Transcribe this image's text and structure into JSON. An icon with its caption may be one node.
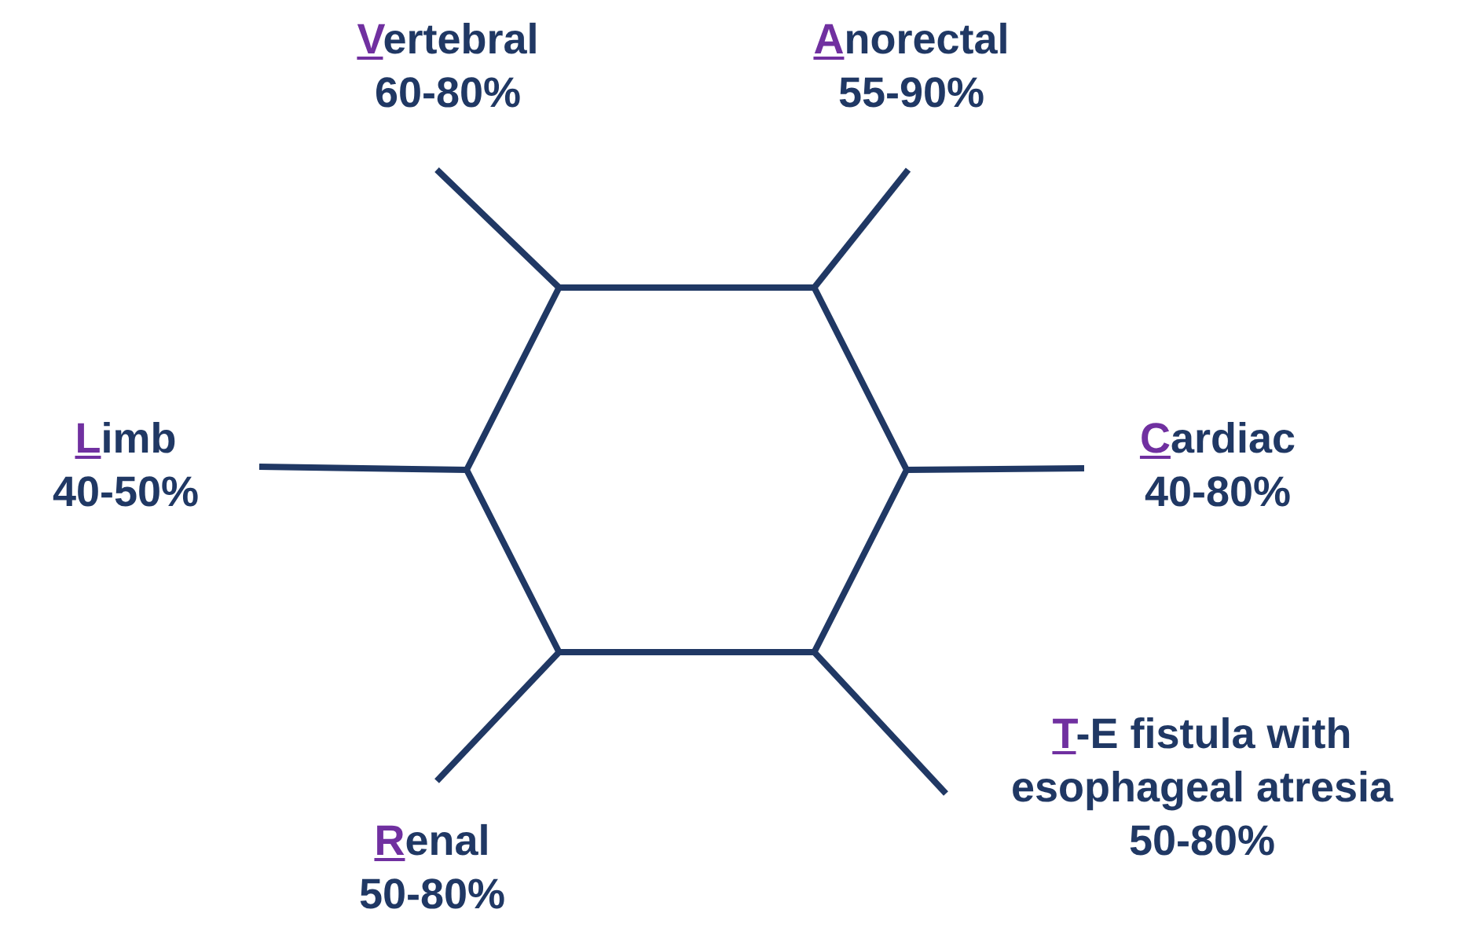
{
  "diagram": {
    "nodes": [
      {
        "text": [],
        "shape": "hexagon"
      },
      {
        "text": [
          "Vertebral",
          "60-80%"
        ]
      },
      {
        "text": [
          "Anorectal",
          "55-90%"
        ]
      },
      {
        "text": [
          "Limb",
          "40-50%"
        ]
      },
      {
        "text": [
          "Cardiac",
          "40-80%"
        ]
      },
      {
        "text": [
          "T-E fistula with esophageal atresia",
          "50-80%"
        ]
      },
      {
        "text": [
          "Renal",
          "50-80%"
        ]
      }
    ],
    "edges": [
      {
        "from": 1,
        "to": 0,
        "arrow": "none"
      },
      {
        "from": 2,
        "to": 0,
        "arrow": "none"
      },
      {
        "from": 3,
        "to": 0,
        "arrow": "none"
      },
      {
        "from": 4,
        "to": 0,
        "arrow": "none"
      },
      {
        "from": 5,
        "to": 0,
        "arrow": "none"
      },
      {
        "from": 6,
        "to": 0,
        "arrow": "none"
      }
    ]
  }
}
